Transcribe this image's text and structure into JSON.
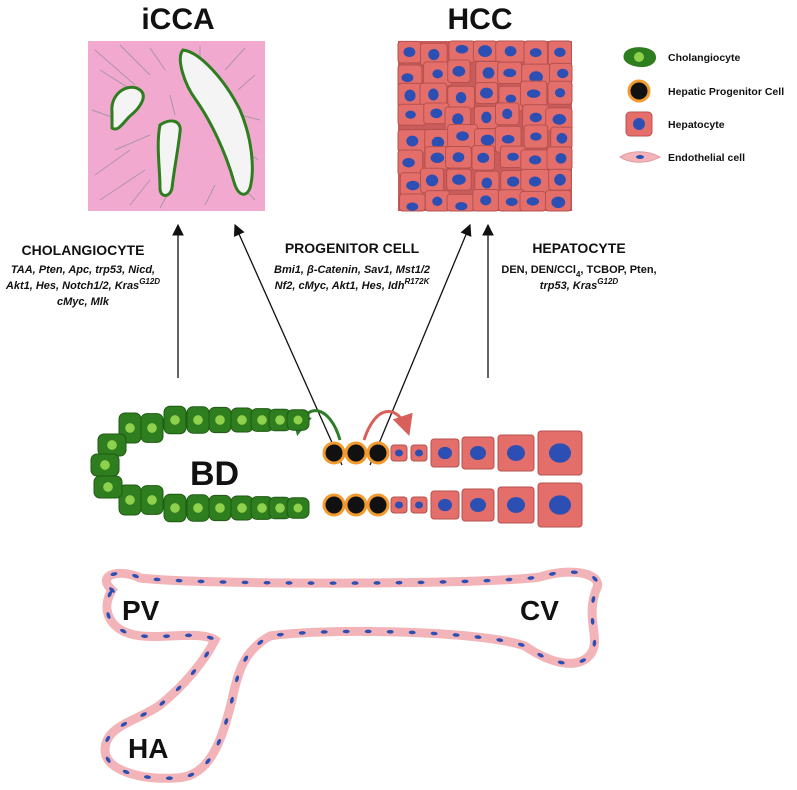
{
  "titles": {
    "left": "iCCA",
    "right": "HCC"
  },
  "legend": {
    "cholangiocyte": "Cholangiocyte",
    "progenitor": "Hepatic Progenitor Cell",
    "hepatocyte": "Hepatocyte",
    "endothelial": "Endothelial cell"
  },
  "groups": {
    "cholangiocyte": {
      "heading": "CHOLANGIOCYTE",
      "line1": "TAA,  Pten, Apc, trp53, Nicd,",
      "line2": "Akt1, Hes, Notch1/2,  Kras",
      "line2_sup": "G12D",
      "line3": "cMyc, Mlk"
    },
    "progenitor": {
      "heading": "PROGENITOR CELL",
      "line1": "Bmi1, β-Catenin, Sav1, Mst1/2",
      "line2": "Nf2, cMyc, Akt1, Hes, Idh",
      "line2_sup": "R172K"
    },
    "hepatocyte": {
      "heading": "HEPATOCYTE",
      "line1_pre": "DEN, DEN/CCl",
      "line1_sub": "4",
      "line1_post": ", TCBOP, Pten,",
      "line2": "trp53, Kras",
      "line2_sup": "G12D"
    }
  },
  "structures": {
    "bile_duct": "BD",
    "portal_vein": "PV",
    "central_vein": "CV",
    "hepatic_artery": "HA"
  },
  "colors": {
    "cholangiocyte_dark": "#2e7d1e",
    "cholangiocyte_light": "#8ed14c",
    "hepatocyte": "#e46e6a",
    "nucleus": "#2c4fb4",
    "progenitor_ring": "#f29a2e",
    "endothelial": "#f2b4b8",
    "tissue_pink": "#f2a9cf",
    "arrow_green": "#2e7d2a",
    "arrow_red": "#d9605a"
  }
}
